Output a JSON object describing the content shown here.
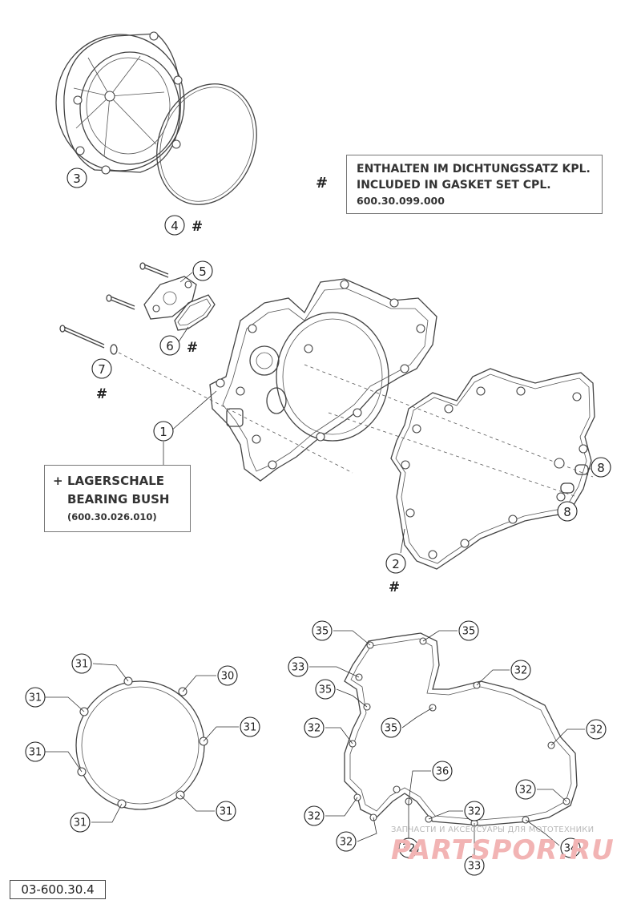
{
  "gasket_set_note": {
    "marker": "#",
    "line1": "ENTHALTEN IM DICHTUNGSSATZ KPL.",
    "line2": "INCLUDED IN GASKET SET CPL.",
    "line3": "600.30.099.000"
  },
  "bearing_note": {
    "marker": "+",
    "line1": "LAGERSCHALE",
    "line2": "BEARING BUSH",
    "line3": "(600.30.026.010)"
  },
  "hash_symbol": "#",
  "callouts": {
    "c1": "1",
    "c2": "2",
    "c3": "3",
    "c4": "4",
    "c5": "5",
    "c6": "6",
    "c7": "7",
    "c8a": "8",
    "c8b": "8"
  },
  "detail_left_callouts": [
    "31",
    "30",
    "31",
    "31",
    "31",
    "31",
    "31"
  ],
  "detail_right_callouts": [
    "35",
    "35",
    "33",
    "32",
    "35",
    "35",
    "32",
    "32",
    "32",
    "36",
    "32",
    "32",
    "32",
    "32",
    "33",
    "34"
  ],
  "drawing_number": "03-600.30.4",
  "watermark": {
    "tagline": "ЗАПЧАСТИ И АКСЕССУАРЫ ДЛЯ МОТОТЕХНИКИ",
    "logo": "PARTSPOR.RU"
  }
}
